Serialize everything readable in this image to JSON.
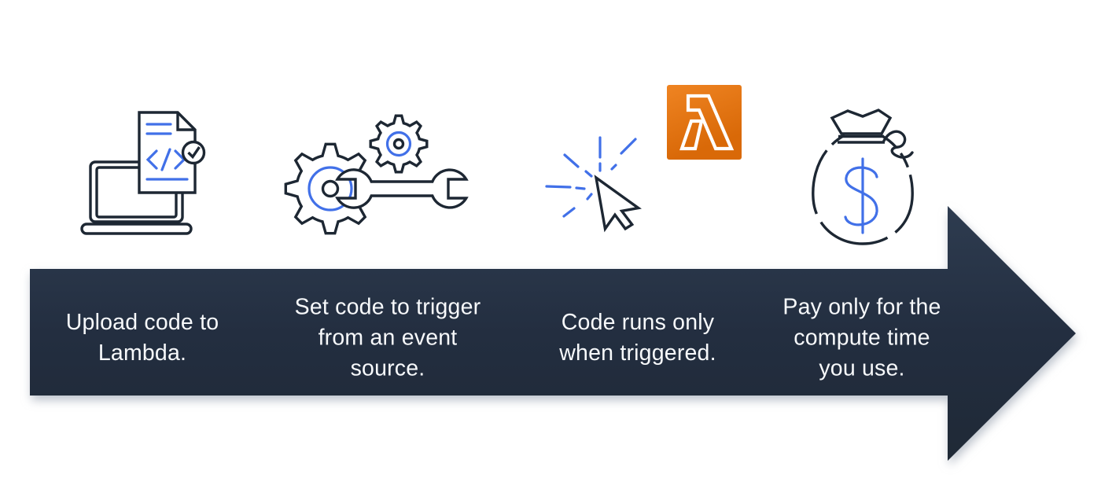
{
  "diagram": {
    "subject": "AWS Lambda process flow",
    "arrow_direction": "right"
  },
  "colors": {
    "accent_blue": "#4170e8",
    "outline_dark": "#1d2733",
    "arrow_top": "#2e3c50",
    "arrow_mid": "#232e40",
    "arrow_bottom": "#1f2936",
    "lambda_orange_1": "#ef8422",
    "lambda_orange_2": "#d96908",
    "text_light": "#f7f9fb",
    "bg": "#ffffff"
  },
  "glyphs": {
    "lambda": "λ",
    "dollar": "$",
    "code": "</>"
  },
  "steps": [
    {
      "icon": "laptop-code-upload-icon",
      "caption": "Upload code to\nLambda."
    },
    {
      "icon": "gears-wrench-icon",
      "caption": "Set code to trigger\nfrom an event\nsource."
    },
    {
      "icon": "cursor-click-icon",
      "caption": "Code runs only\nwhen triggered."
    },
    {
      "icon": "money-bag-icon",
      "caption": "Pay only for the\ncompute time\nyou use."
    }
  ]
}
